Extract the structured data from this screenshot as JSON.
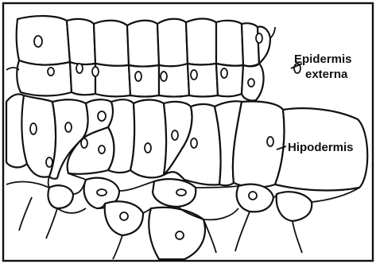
{
  "labels": {
    "epidermis_line1": "Epidermis",
    "epidermis_line2": "externa",
    "hipodermis": "Hipodermis"
  }
}
